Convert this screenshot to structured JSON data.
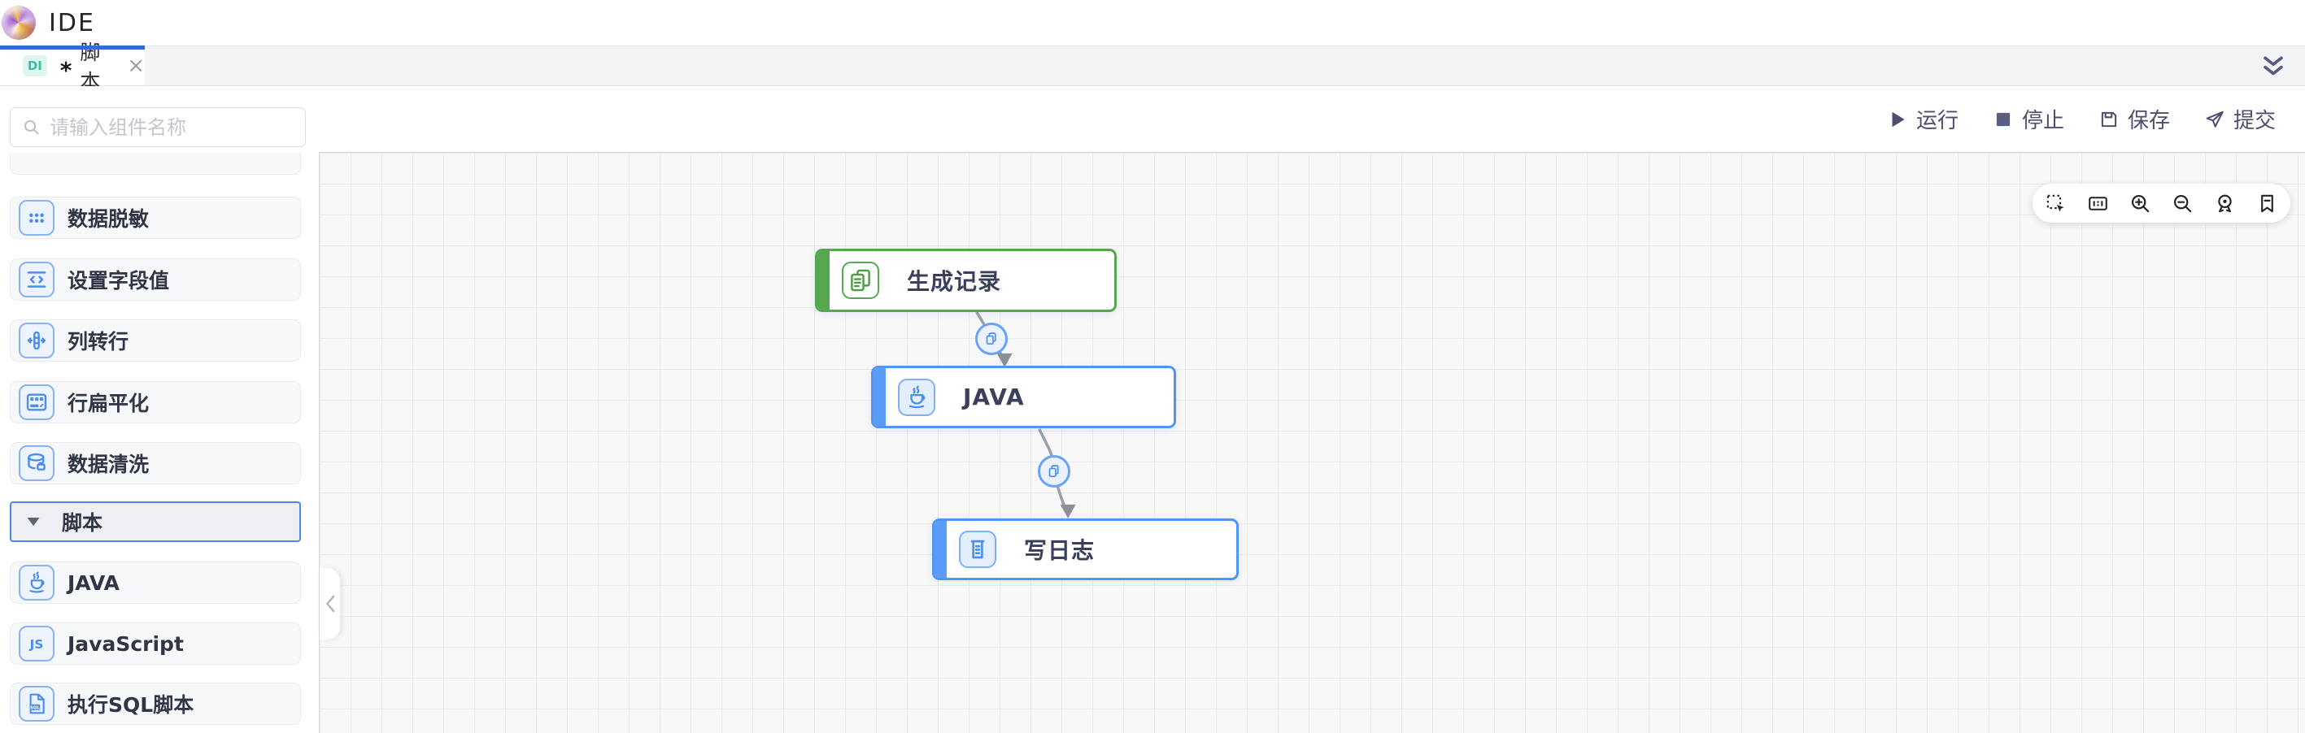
{
  "header": {
    "app_title": "IDE"
  },
  "tab_bar": {
    "active_tab": {
      "badge": "DI",
      "dirty_marker": "*",
      "label": "脚本",
      "close_icon": "×"
    }
  },
  "toolbar": {
    "run_label": "运行",
    "stop_label": "停止",
    "save_label": "保存",
    "submit_label": "提交"
  },
  "sidebar": {
    "search_placeholder": "请输入组件名称",
    "items": [
      {
        "label": "数据脱敏",
        "icon": "masking-dots-icon"
      },
      {
        "label": "设置字段值",
        "icon": "set-field-value-icon"
      },
      {
        "label": "列转行",
        "icon": "column-to-row-icon"
      },
      {
        "label": "行扁平化",
        "icon": "row-flatten-icon"
      },
      {
        "label": "数据清洗",
        "icon": "data-clean-icon"
      },
      {
        "label": "脚本",
        "icon": "caret-down-icon",
        "group": true,
        "expanded": true
      },
      {
        "label": "JAVA",
        "icon": "java-cup-icon"
      },
      {
        "label": "JavaScript",
        "icon": "js-icon"
      },
      {
        "label": "执行SQL脚本",
        "icon": "sql-file-icon"
      }
    ]
  },
  "canvas": {
    "nodes": [
      {
        "label": "生成记录",
        "icon": "copy-document-icon",
        "accent": "#55a64f"
      },
      {
        "label": "JAVA",
        "icon": "java-cup-icon",
        "accent": "#4e95f5"
      },
      {
        "label": "写日志",
        "icon": "log-icon",
        "accent": "#4e95f5"
      }
    ],
    "edges": [
      {
        "from": "生成记录",
        "to": "JAVA",
        "badge_icon": "copy-icon"
      },
      {
        "from": "JAVA",
        "to": "写日志",
        "badge_icon": "copy-icon"
      }
    ],
    "toolbar_icons": [
      "marquee-select-icon",
      "fit-view-icon",
      "zoom-in-icon",
      "zoom-out-icon",
      "locate-icon",
      "bookmark-icon"
    ]
  },
  "colors": {
    "accent_blue": "#4e95f5",
    "accent_green": "#55a64f",
    "tab_indicator": "#2e6bd6",
    "di_badge_bg": "#e1f6ef",
    "di_badge_text": "#33bfa0",
    "toolbar_text": "#4b4f6e"
  }
}
